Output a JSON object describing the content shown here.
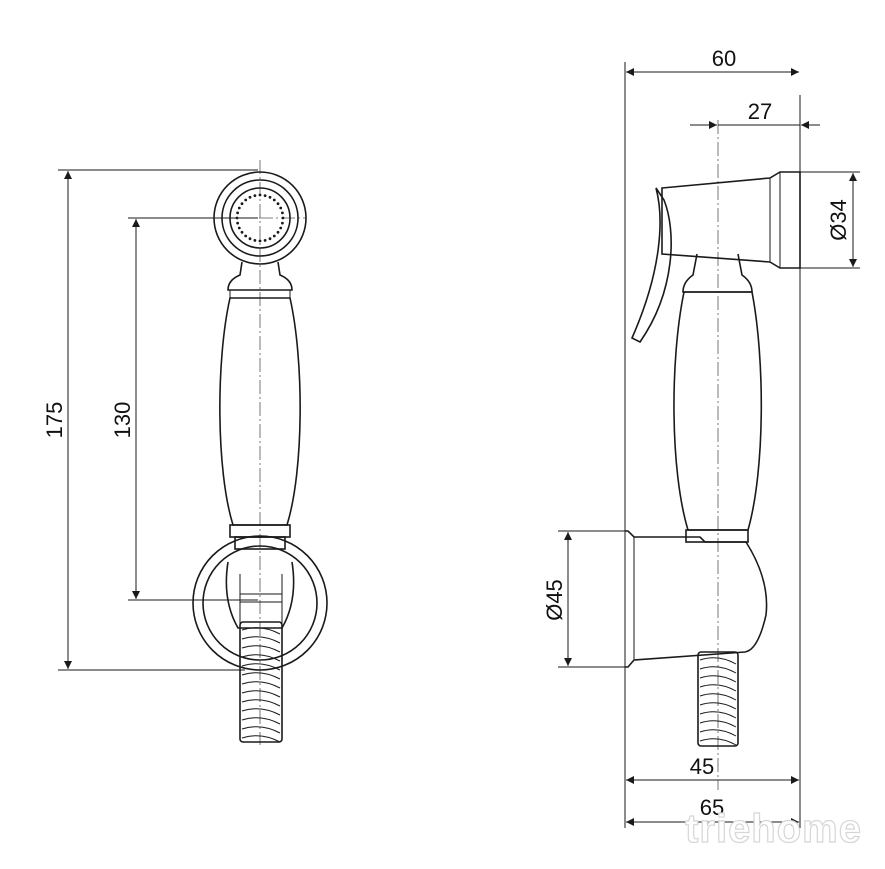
{
  "dimensions": {
    "overall_height": "175",
    "center_height": "130",
    "total_depth_top": "60",
    "spout_offset": "27",
    "head_diameter": "Ø34",
    "holder_diameter": "Ø45",
    "hose_offset": "45",
    "total_depth_bottom": "65"
  },
  "watermark": "triehome",
  "colors": {
    "line": "#1a1a1a",
    "watermark_outline": "#d6d6d6"
  }
}
